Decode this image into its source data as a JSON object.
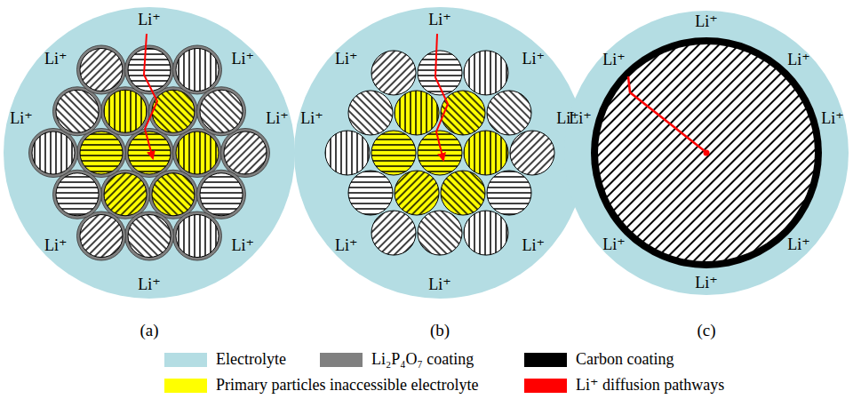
{
  "diagram": {
    "nodes": [
      {
        "text": [
          "Li⁺",
          "Li⁺",
          "Li⁺",
          "Li⁺",
          "Li⁺",
          "Li⁺",
          "Li⁺",
          "Li⁺"
        ]
      },
      {
        "text": [
          "Li⁺",
          "Li⁺",
          "Li⁺",
          "Li⁺",
          "Li⁺",
          "Li⁺",
          "Li⁺",
          "Li⁺"
        ]
      },
      {
        "text": [
          "Li⁺",
          "Li⁺",
          "Li⁺",
          "Li⁺",
          "Li⁺",
          "Li⁺",
          "Li⁺",
          "Li⁺"
        ]
      }
    ],
    "labels": [
      "(a)",
      "(b)",
      "(c)"
    ],
    "legend": [
      {
        "text": "Electrolyte",
        "color": "#b4dde3"
      },
      {
        "text": "Li₂P₄O₇ coating",
        "color": "#808080"
      },
      {
        "text": "Carbon coating",
        "color": "#000000"
      },
      {
        "text": "Primary particles inaccessible electrolyte",
        "color": "#ffff00"
      },
      {
        "text": "Li⁺ diffusion pathways",
        "color": "#ff0000"
      }
    ]
  }
}
